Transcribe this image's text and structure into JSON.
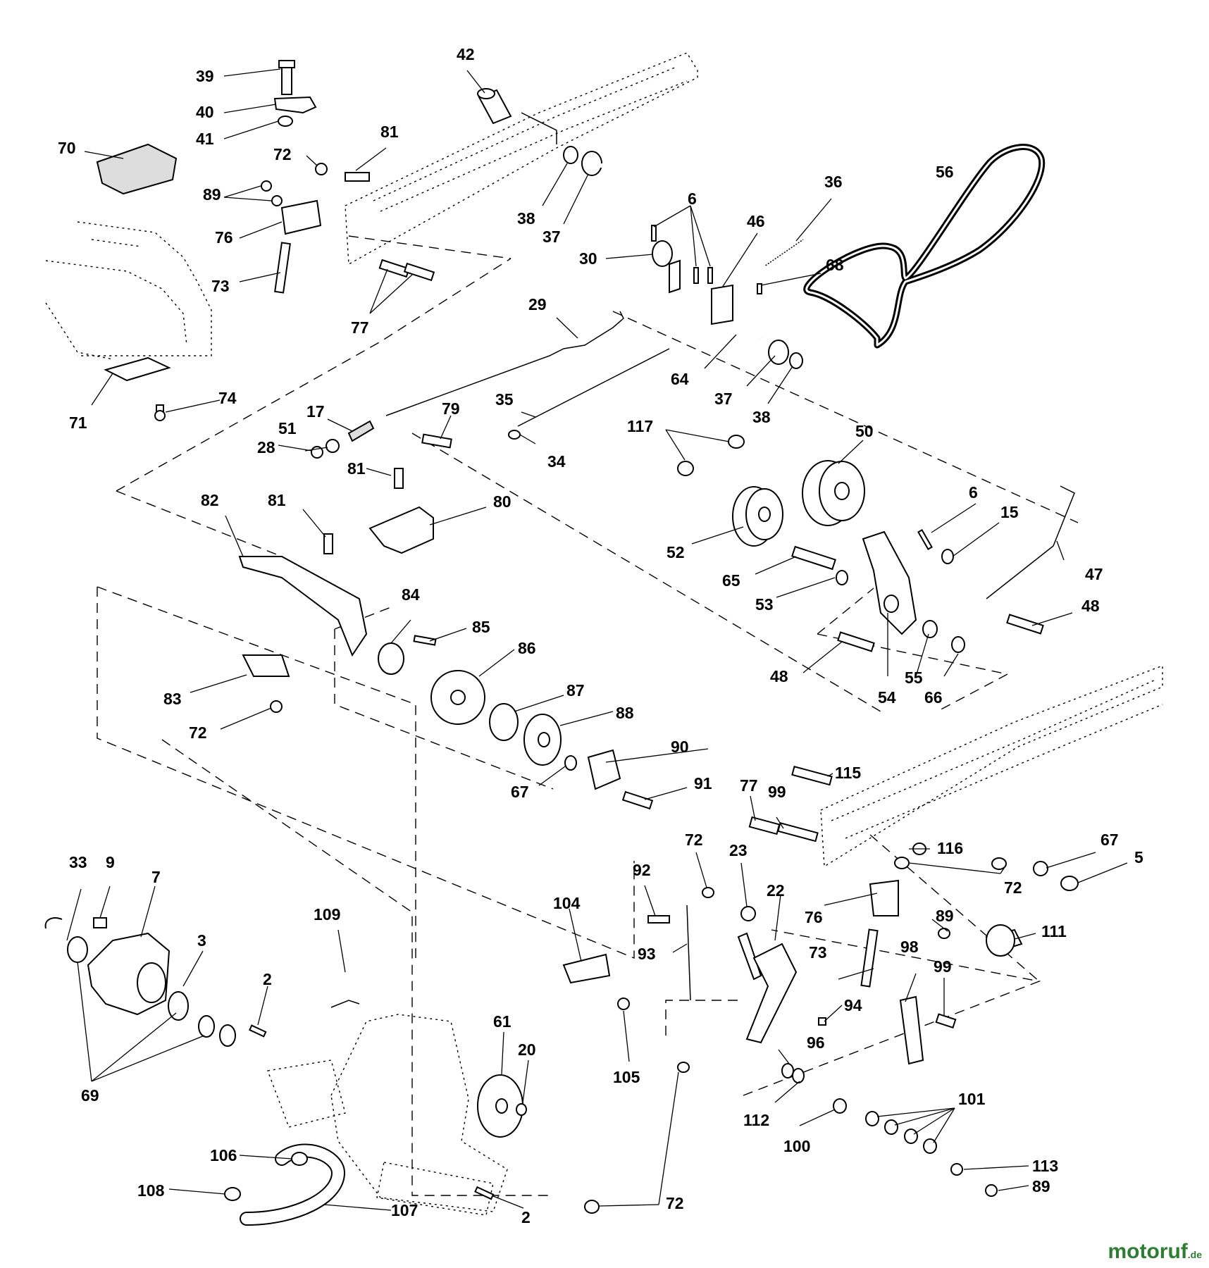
{
  "watermark": {
    "brand": "motoruf",
    "tld": ".de"
  },
  "callouts": [
    {
      "id": "c39",
      "text": "39"
    },
    {
      "id": "c40",
      "text": "40"
    },
    {
      "id": "c41",
      "text": "41"
    },
    {
      "id": "c42",
      "text": "42"
    },
    {
      "id": "c70",
      "text": "70"
    },
    {
      "id": "c81a",
      "text": "81"
    },
    {
      "id": "c72a",
      "text": "72"
    },
    {
      "id": "c89a",
      "text": "89"
    },
    {
      "id": "c76a",
      "text": "76"
    },
    {
      "id": "c73a",
      "text": "73"
    },
    {
      "id": "c77a",
      "text": "77"
    },
    {
      "id": "c38a",
      "text": "38"
    },
    {
      "id": "c37a",
      "text": "37"
    },
    {
      "id": "c6a",
      "text": "6"
    },
    {
      "id": "c36",
      "text": "36"
    },
    {
      "id": "c56",
      "text": "56"
    },
    {
      "id": "c46",
      "text": "46"
    },
    {
      "id": "c30",
      "text": "30"
    },
    {
      "id": "c68",
      "text": "68"
    },
    {
      "id": "c29",
      "text": "29"
    },
    {
      "id": "c64",
      "text": "64"
    },
    {
      "id": "c37b",
      "text": "37"
    },
    {
      "id": "c38b",
      "text": "38"
    },
    {
      "id": "c71",
      "text": "71"
    },
    {
      "id": "c74",
      "text": "74"
    },
    {
      "id": "c17",
      "text": "17"
    },
    {
      "id": "c51",
      "text": "51"
    },
    {
      "id": "c28",
      "text": "28"
    },
    {
      "id": "c79",
      "text": "79"
    },
    {
      "id": "c35",
      "text": "35"
    },
    {
      "id": "c34",
      "text": "34"
    },
    {
      "id": "c117",
      "text": "117"
    },
    {
      "id": "c50",
      "text": "50"
    },
    {
      "id": "c81b",
      "text": "81"
    },
    {
      "id": "c80",
      "text": "80"
    },
    {
      "id": "c82",
      "text": "82"
    },
    {
      "id": "c81c",
      "text": "81"
    },
    {
      "id": "c6b",
      "text": "6"
    },
    {
      "id": "c15",
      "text": "15"
    },
    {
      "id": "c52",
      "text": "52"
    },
    {
      "id": "c65",
      "text": "65"
    },
    {
      "id": "c47",
      "text": "47"
    },
    {
      "id": "c53",
      "text": "53"
    },
    {
      "id": "c84",
      "text": "84"
    },
    {
      "id": "c85",
      "text": "85"
    },
    {
      "id": "c48a",
      "text": "48"
    },
    {
      "id": "c86",
      "text": "86"
    },
    {
      "id": "c48b",
      "text": "48"
    },
    {
      "id": "c55",
      "text": "55"
    },
    {
      "id": "c54",
      "text": "54"
    },
    {
      "id": "c66",
      "text": "66"
    },
    {
      "id": "c83",
      "text": "83"
    },
    {
      "id": "c87",
      "text": "87"
    },
    {
      "id": "c88",
      "text": "88"
    },
    {
      "id": "c72b",
      "text": "72"
    },
    {
      "id": "c90",
      "text": "90"
    },
    {
      "id": "c67a",
      "text": "67"
    },
    {
      "id": "c91",
      "text": "91"
    },
    {
      "id": "c115",
      "text": "115"
    },
    {
      "id": "c77b",
      "text": "77"
    },
    {
      "id": "c99a",
      "text": "99"
    },
    {
      "id": "c72c",
      "text": "72"
    },
    {
      "id": "c116",
      "text": "116"
    },
    {
      "id": "c67b",
      "text": "67"
    },
    {
      "id": "c5",
      "text": "5"
    },
    {
      "id": "c72d",
      "text": "72"
    },
    {
      "id": "c92",
      "text": "92"
    },
    {
      "id": "c23",
      "text": "23"
    },
    {
      "id": "c33",
      "text": "33"
    },
    {
      "id": "c9",
      "text": "9"
    },
    {
      "id": "c7",
      "text": "7"
    },
    {
      "id": "c104",
      "text": "104"
    },
    {
      "id": "c22",
      "text": "22"
    },
    {
      "id": "c76b",
      "text": "76"
    },
    {
      "id": "c89b",
      "text": "89"
    },
    {
      "id": "c109",
      "text": "109"
    },
    {
      "id": "c111",
      "text": "111"
    },
    {
      "id": "c3",
      "text": "3"
    },
    {
      "id": "c93",
      "text": "93"
    },
    {
      "id": "c73b",
      "text": "73"
    },
    {
      "id": "c98",
      "text": "98"
    },
    {
      "id": "c99b",
      "text": "99"
    },
    {
      "id": "c2a",
      "text": "2"
    },
    {
      "id": "c94",
      "text": "94"
    },
    {
      "id": "c61",
      "text": "61"
    },
    {
      "id": "c20",
      "text": "20"
    },
    {
      "id": "c96",
      "text": "96"
    },
    {
      "id": "c105",
      "text": "105"
    },
    {
      "id": "c69",
      "text": "69"
    },
    {
      "id": "c112",
      "text": "112"
    },
    {
      "id": "c101",
      "text": "101"
    },
    {
      "id": "c100",
      "text": "100"
    },
    {
      "id": "c106",
      "text": "106"
    },
    {
      "id": "c113",
      "text": "113"
    },
    {
      "id": "c108",
      "text": "108"
    },
    {
      "id": "c89c",
      "text": "89"
    },
    {
      "id": "c107",
      "text": "107"
    },
    {
      "id": "c72e",
      "text": "72"
    },
    {
      "id": "c2b",
      "text": "2"
    }
  ]
}
